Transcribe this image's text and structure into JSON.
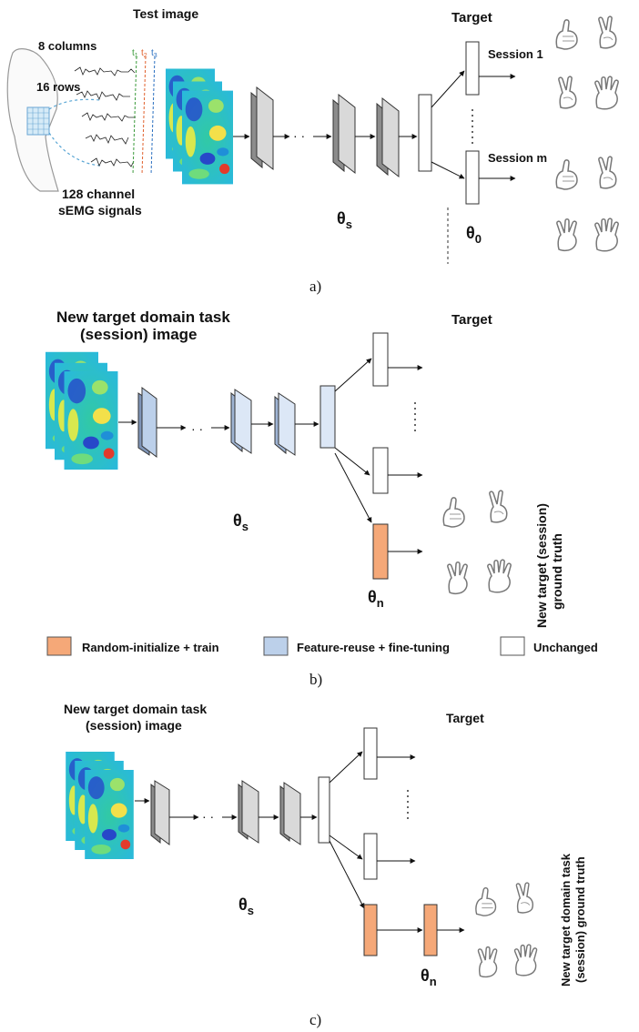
{
  "panel_a": {
    "test_image_label": "Test image",
    "columns_label": "8 columns",
    "rows_label": "16 rows",
    "t1": "t",
    "t1_sub": "1",
    "t2": "t",
    "t2_sub": "2",
    "t3": "t",
    "t3_sub": "3",
    "signals_line1": "128 channel",
    "signals_line2": "sEMG signals",
    "target_label": "Target",
    "session1_label": "Session 1",
    "sessionm_label": "Session m",
    "theta_s": "θ",
    "theta_s_sub": "s",
    "theta_0": "θ",
    "theta_0_sub": "0",
    "caption": "a)"
  },
  "panel_b": {
    "title_line1": "New target domain task",
    "title_line2": "(session) image",
    "target_label": "Target",
    "theta_s": "θ",
    "theta_s_sub": "s",
    "theta_n": "θ",
    "theta_n_sub": "n",
    "gt_line1": "New target (session)",
    "gt_line2": "ground truth",
    "caption": "b)"
  },
  "legend": {
    "random_label": "Random-initialize + train",
    "reuse_label": "Feature-reuse + fine-tuning",
    "unchanged_label": "Unchanged",
    "random_color": "#f5a878",
    "reuse_color": "#bcd0ea",
    "unchanged_color": "#ffffff"
  },
  "panel_c": {
    "title_line1": "New target domain task",
    "title_line2": "(session) image",
    "target_label": "Target",
    "theta_s": "θ",
    "theta_s_sub": "s",
    "theta_n": "θ",
    "theta_n_sub": "n",
    "gt_line1": "New target domain task",
    "gt_line2": "(session) ground truth",
    "caption": "c)"
  }
}
